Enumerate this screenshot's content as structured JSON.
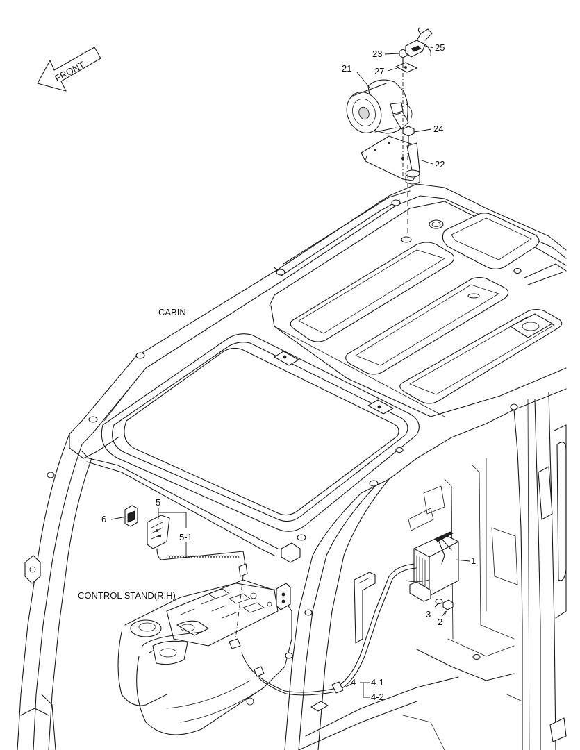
{
  "front_arrow": {
    "text": "FRONT"
  },
  "labels": {
    "cabin": "CABIN",
    "control_stand": "CONTROL STAND(R.H)"
  },
  "callouts": {
    "p1": "1",
    "p2": "2",
    "p3": "3",
    "p4": "4",
    "p4_1": "4-1",
    "p4_2": "4-2",
    "p5": "5",
    "p5_1": "5-1",
    "p6": "6",
    "p21": "21",
    "p22": "22",
    "p23": "23",
    "p24": "24",
    "p25": "25",
    "p27": "27"
  }
}
